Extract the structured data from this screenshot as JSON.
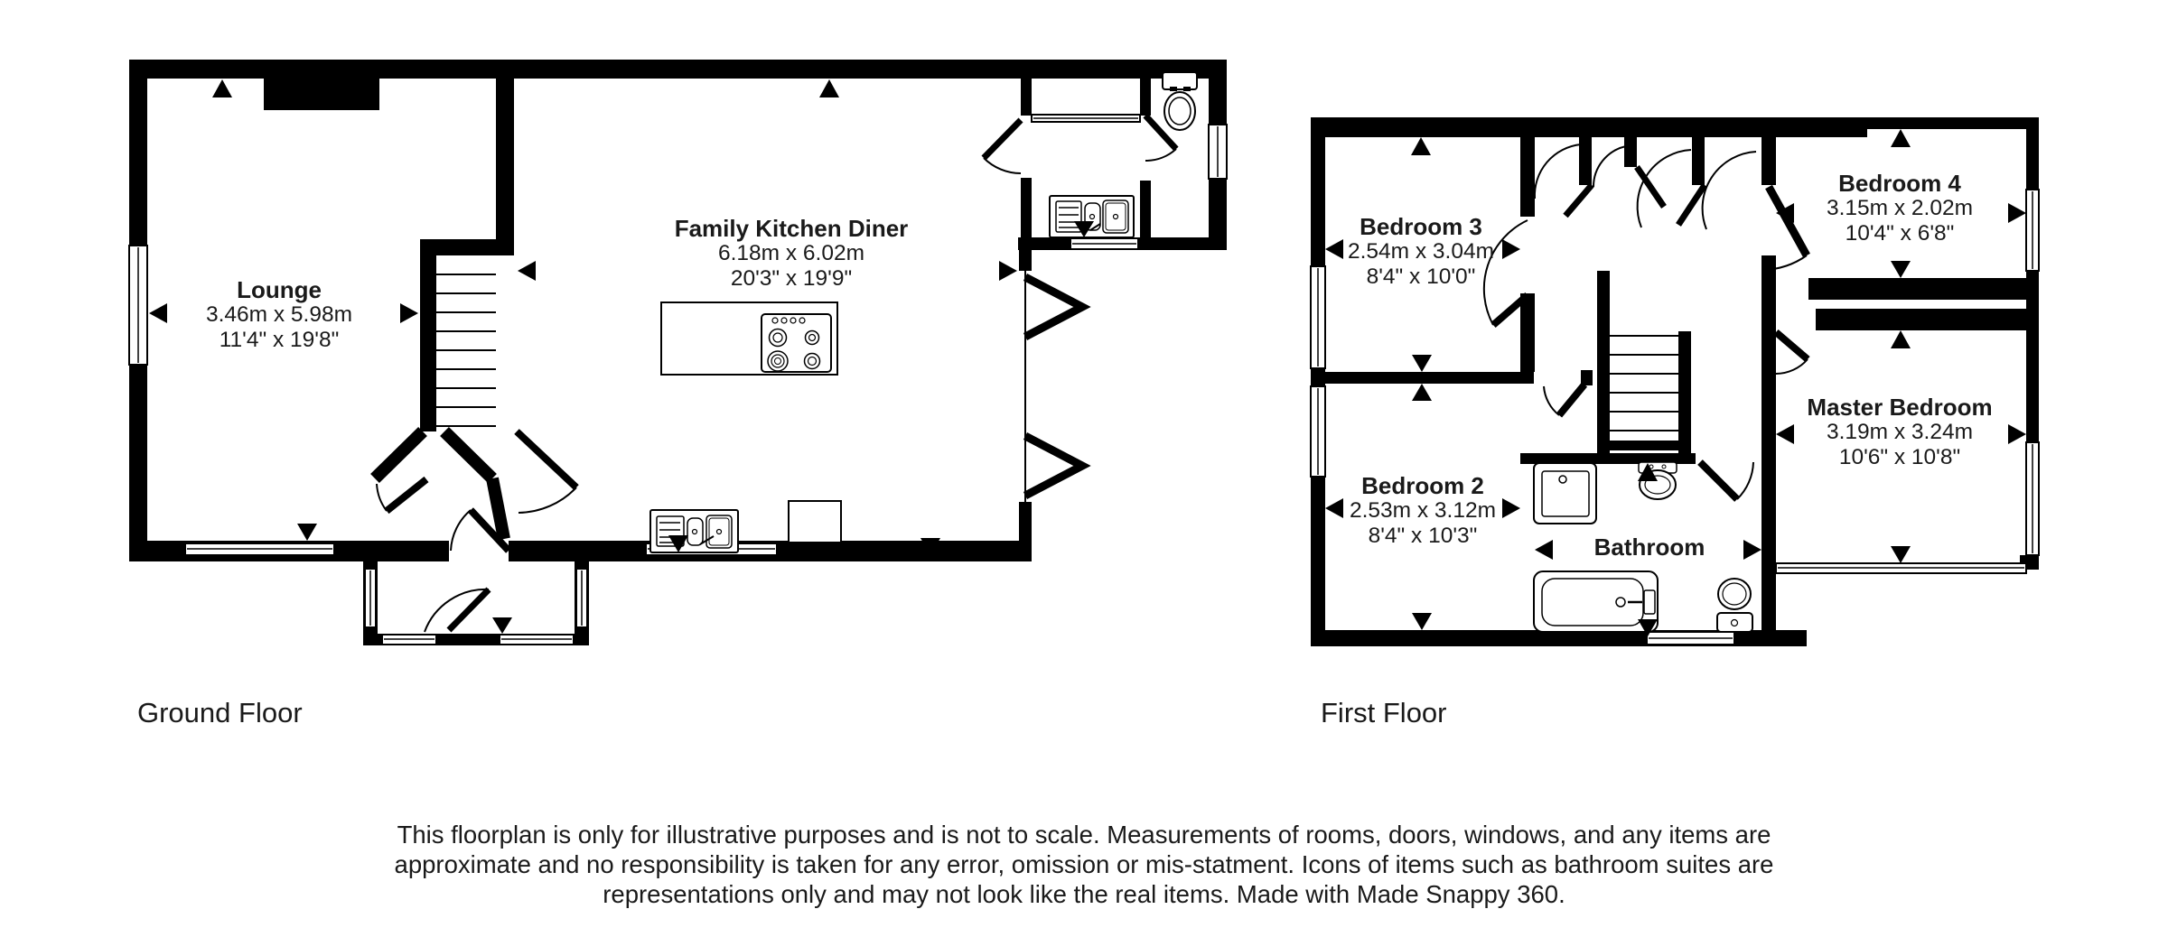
{
  "floorplan": {
    "ground_floor": {
      "label": "Ground Floor",
      "rooms": {
        "lounge": {
          "name": "Lounge",
          "metric": "3.46m x 5.98m",
          "imperial": "11'4\" x 19'8\""
        },
        "kitchen": {
          "name": "Family Kitchen Diner",
          "metric": "6.18m x 6.02m",
          "imperial": "20'3\" x 19'9\""
        }
      }
    },
    "first_floor": {
      "label": "First Floor",
      "rooms": {
        "bedroom3": {
          "name": "Bedroom 3",
          "metric": "2.54m x 3.04m",
          "imperial": "8'4\" x 10'0\""
        },
        "bedroom4": {
          "name": "Bedroom 4",
          "metric": "3.15m x 2.02m",
          "imperial": "10'4\" x 6'8\""
        },
        "bedroom2": {
          "name": "Bedroom 2",
          "metric": "2.53m x 3.12m",
          "imperial": "8'4\" x 10'3\""
        },
        "master": {
          "name": "Master Bedroom",
          "metric": "3.19m x 3.24m",
          "imperial": "10'6\" x 10'8\""
        },
        "bathroom": {
          "name": "Bathroom"
        }
      }
    },
    "disclaimer": {
      "line1": "This floorplan is only for illustrative purposes and is not to scale. Measurements of rooms, doors, windows, and any items are",
      "line2": "approximate and no responsibility is taken for any error, omission or mis-statment. Icons of items such as bathroom suites are",
      "line3": "representations only and may not look like the real items. Made with Made Snappy 360."
    },
    "colors": {
      "wall": "#000000",
      "background": "#ffffff",
      "text": "#1a1a1a"
    }
  }
}
